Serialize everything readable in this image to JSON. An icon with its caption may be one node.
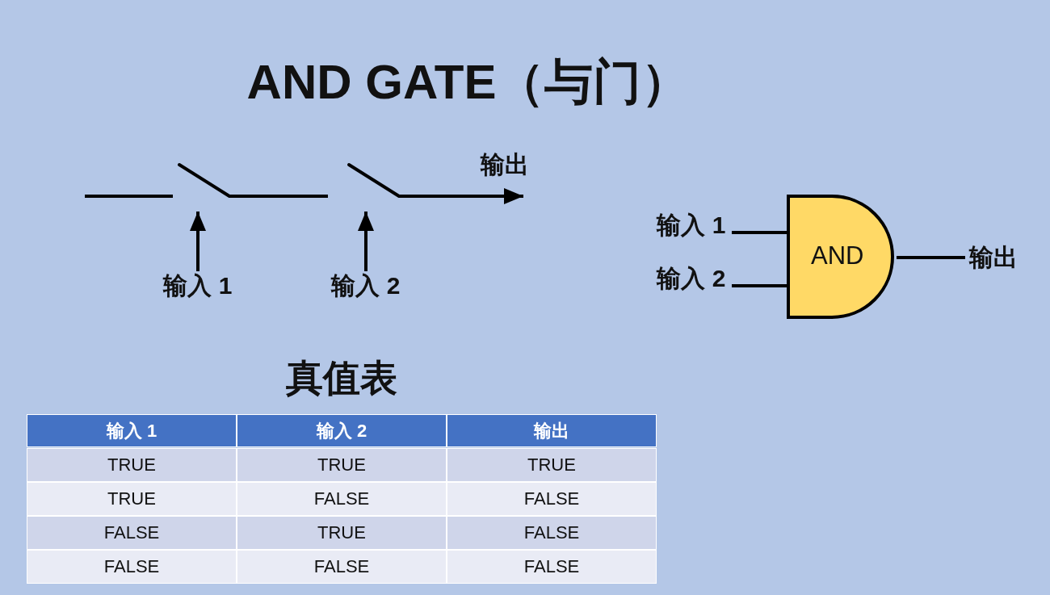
{
  "diagram": {
    "title": "AND GATE（与门）",
    "nodes": [
      {
        "text": [],
        "shape": "switch"
      },
      {
        "text": [],
        "shape": "switch"
      },
      {
        "text": [
          "输入 1"
        ]
      },
      {
        "text": [
          "输入 2"
        ]
      },
      {
        "text": [
          "输入 1"
        ]
      },
      {
        "text": [
          "输入 2"
        ]
      },
      {
        "text": [
          "AND"
        ]
      },
      {
        "text": [
          "输出"
        ]
      }
    ],
    "edges": [
      {
        "from": null,
        "to": 0,
        "arrow": "none"
      },
      {
        "from": 0,
        "to": 1,
        "arrow": "none"
      },
      {
        "from": 1,
        "to": null,
        "arrow": "to",
        "label": "输出"
      },
      {
        "from": 2,
        "to": 0,
        "arrow": "to"
      },
      {
        "from": 3,
        "to": 1,
        "arrow": "to"
      },
      {
        "from": 4,
        "to": 6,
        "arrow": "none"
      },
      {
        "from": 5,
        "to": 6,
        "arrow": "none"
      },
      {
        "from": 6,
        "to": 7,
        "arrow": "none"
      }
    ],
    "labels": [
      "真值表",
      "输入 1",
      "输入 2",
      "输出",
      "TRUE",
      "TRUE",
      "TRUE",
      "TRUE",
      "FALSE",
      "FALSE",
      "FALSE",
      "TRUE",
      "FALSE",
      "FALSE",
      "FALSE",
      "FALSE"
    ]
  }
}
